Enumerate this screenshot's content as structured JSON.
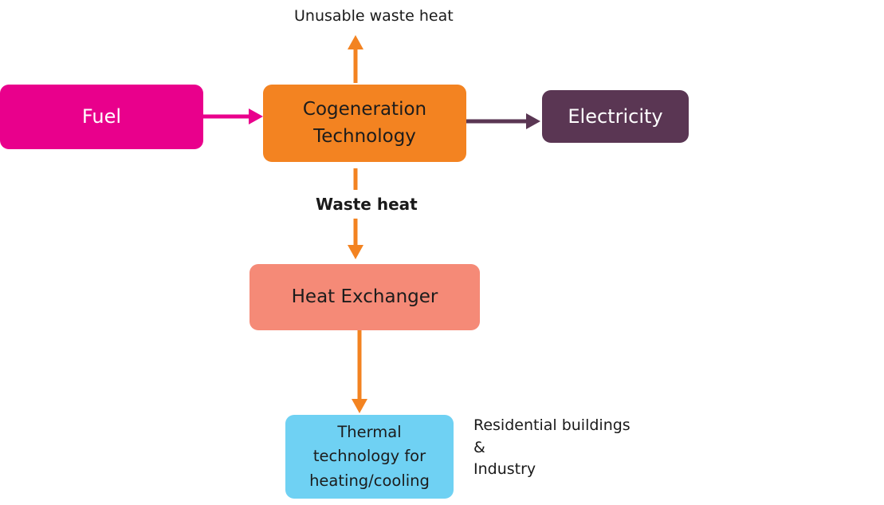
{
  "nodes": {
    "fuel": "Fuel",
    "cogeneration": [
      "Cogeneration",
      "Technology"
    ],
    "electricity": "Electricity",
    "heat_exchanger": "Heat Exchanger",
    "thermal": [
      "Thermal",
      "technology for",
      "heating/cooling"
    ]
  },
  "labels": {
    "unusable_waste_heat": "Unusable waste heat",
    "waste_heat": "Waste heat",
    "destinations": [
      "Residential buildings",
      "&",
      "Industry"
    ]
  },
  "colors": {
    "fuel": "#e9008c",
    "cogeneration": "#f38321",
    "electricity": "#5a3653",
    "heat_exchanger": "#f58a77",
    "thermal": "#6fd1f3",
    "arrow_fuel": "#e9008c",
    "arrow_electricity": "#5a3653",
    "arrow_heat": "#f38321"
  }
}
